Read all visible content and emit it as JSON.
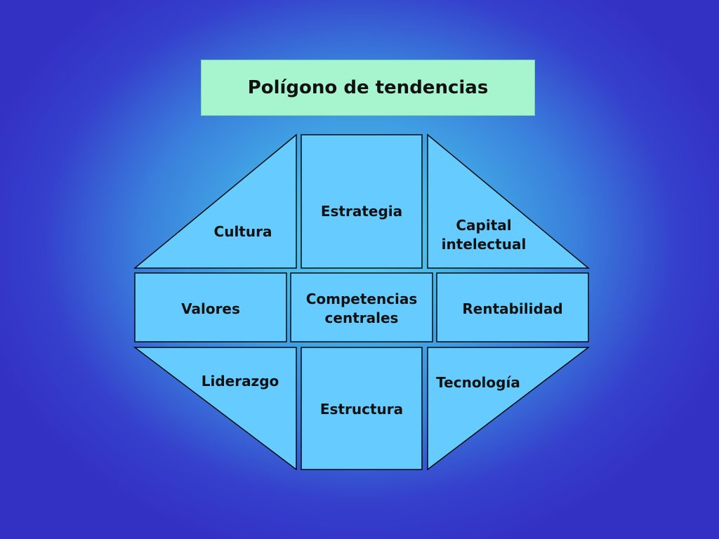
{
  "title": "Polígono de tendencias",
  "colors": {
    "title_box": "#a6f5cf",
    "cell_fill": "#66ccff",
    "background_center": "#5fd3ee",
    "background_edge": "#3330c4"
  },
  "cells": {
    "cultura": "Cultura",
    "estrategia": "Estrategia",
    "capital_line1": "Capital",
    "capital_line2": "intelectual",
    "valores": "Valores",
    "competencias_line1": "Competencias",
    "competencias_line2": "centrales",
    "rentabilidad": "Rentabilidad",
    "liderazgo": "Liderazgo",
    "estructura": "Estructura",
    "tecnologia": "Tecnología"
  }
}
